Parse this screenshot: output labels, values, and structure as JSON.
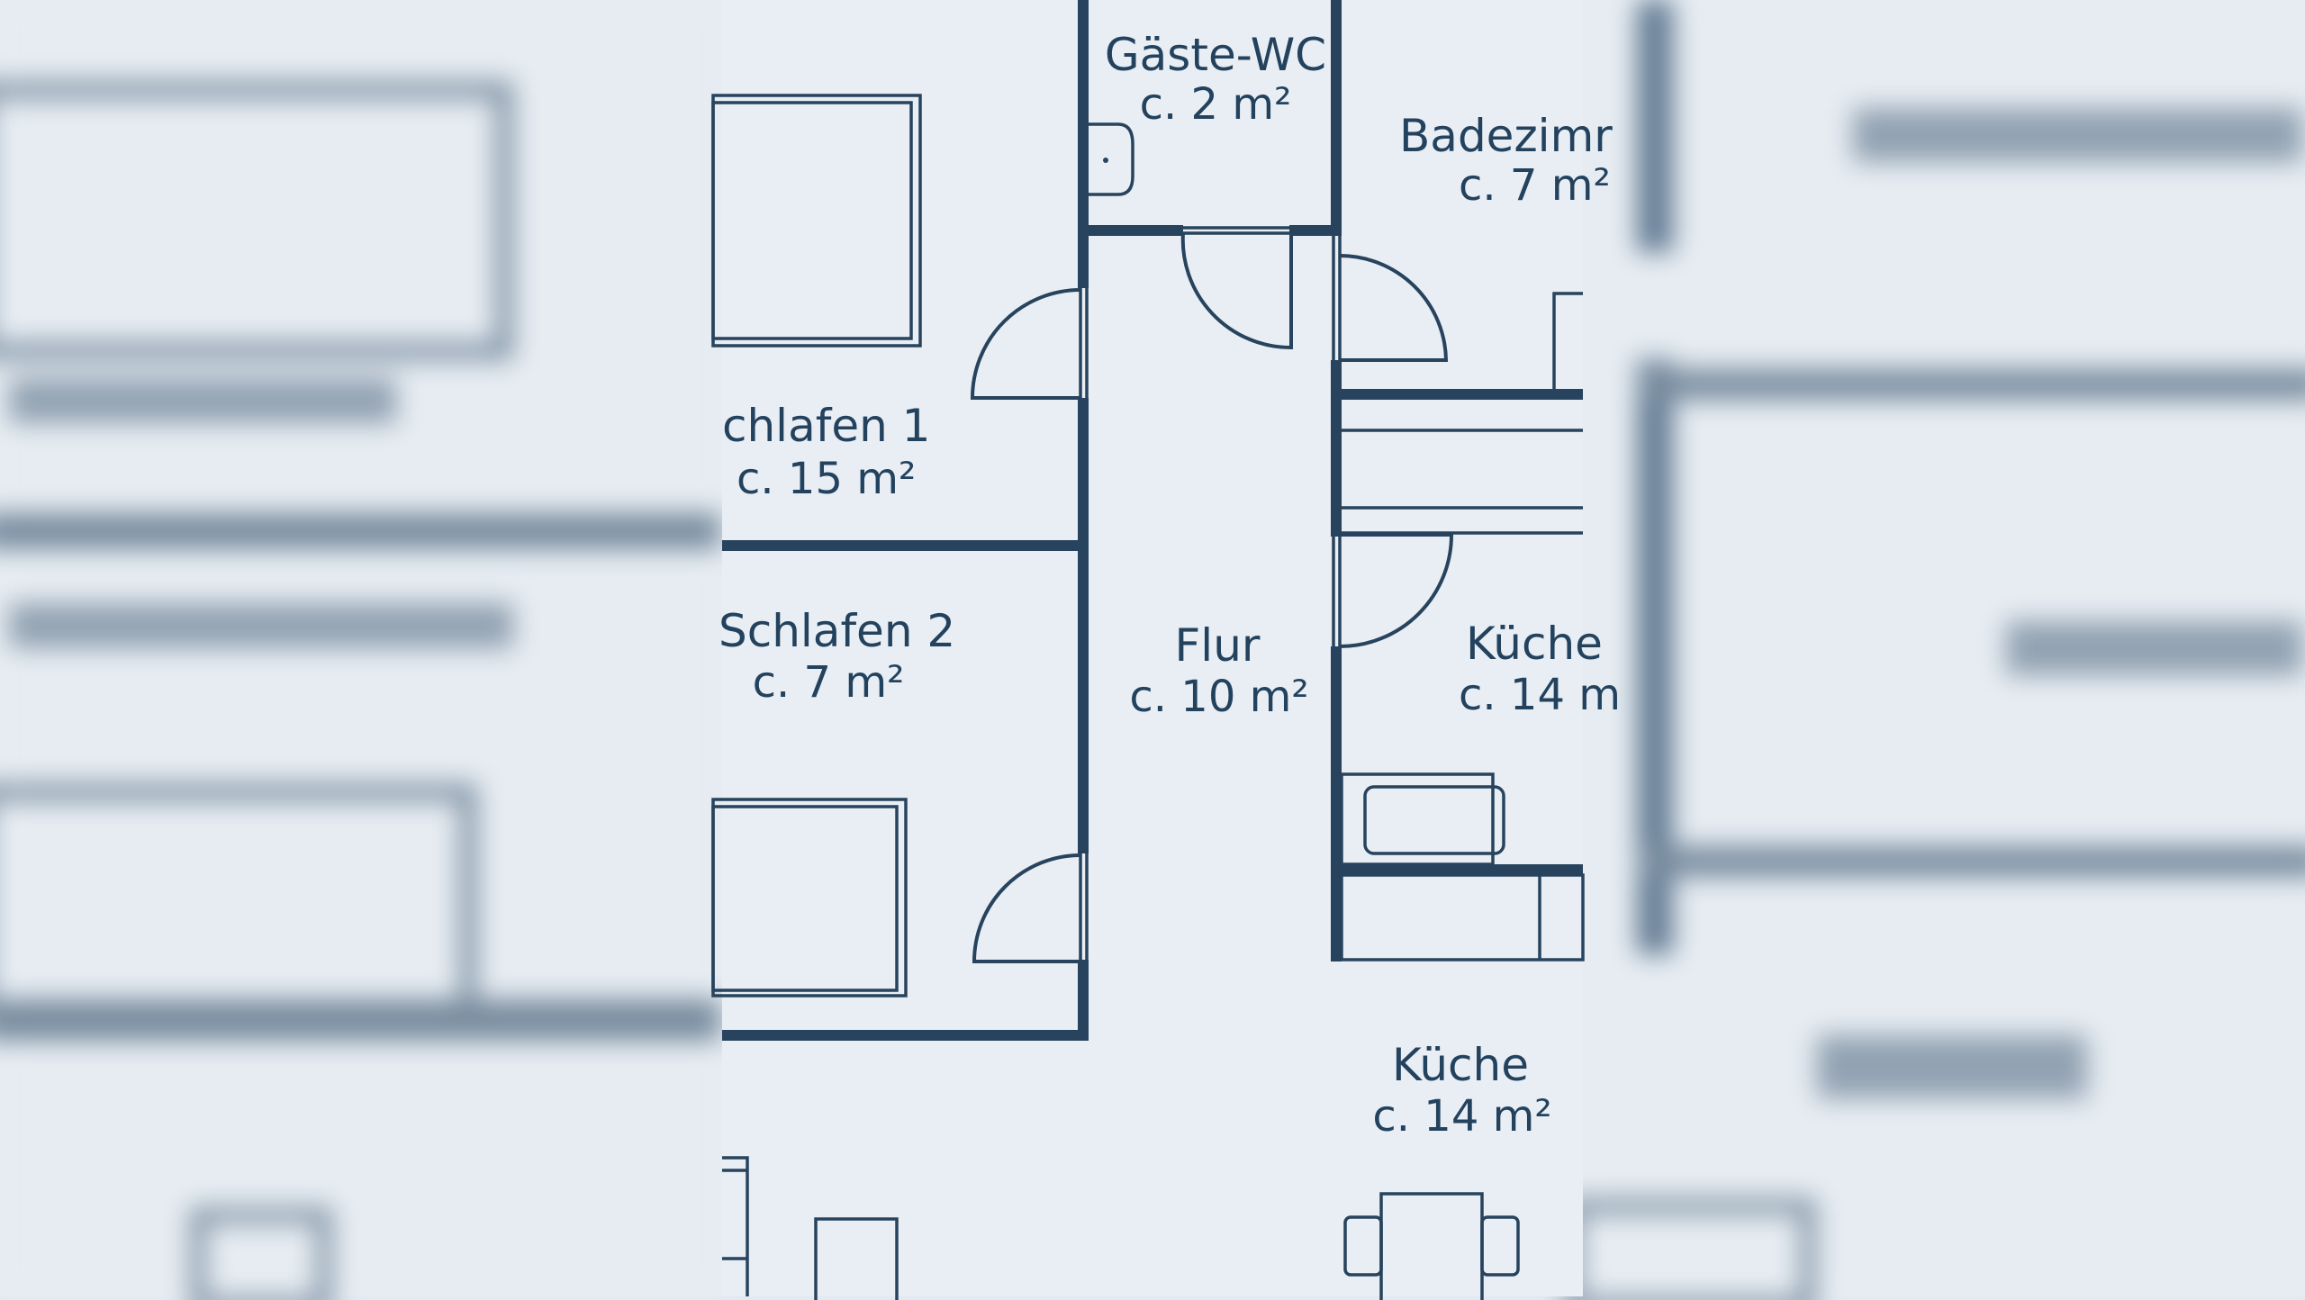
{
  "floor_plan": {
    "rooms": {
      "gaeste_wc": {
        "name": "Gäste-WC",
        "area": "c. 2 m²"
      },
      "badezimmer": {
        "name": "Badezimr",
        "area": "c. 7 m²"
      },
      "schlafen_1": {
        "name": "chlafen 1",
        "area": "c. 15 m²"
      },
      "schlafen_2": {
        "name": "Schlafen 2",
        "area": "c. 7 m²"
      },
      "flur": {
        "name": "Flur",
        "area": "c. 10 m²"
      },
      "kueche_upper": {
        "name": "Küche",
        "area": "c. 14 m"
      },
      "kueche_lower": {
        "name": "Küche",
        "area": "c. 14 m²"
      }
    }
  },
  "colors": {
    "wall": "#27435d",
    "text": "#23425e",
    "background": "#e9eef4"
  }
}
